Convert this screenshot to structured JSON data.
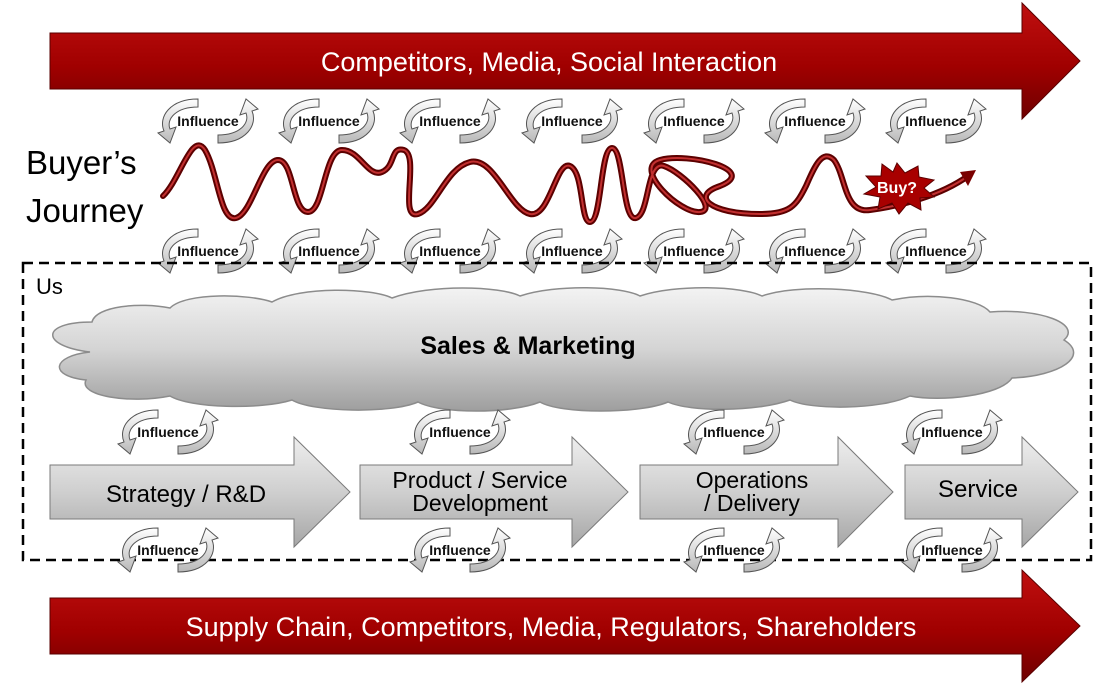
{
  "top_banner": {
    "label": "Competitors, Media, Social Interaction",
    "color": "#a80000"
  },
  "bottom_banner": {
    "label": "Supply Chain, Competitors, Media, Regulators, Shareholders",
    "color": "#a80000"
  },
  "buyer_journey": {
    "title_line1": "Buyer’s",
    "title_line2": "Journey",
    "endpoint_label": "Buy?"
  },
  "influence_label": "Influence",
  "us_box": {
    "label": "Us"
  },
  "cloud": {
    "label": "Sales & Marketing"
  },
  "value_chain": [
    {
      "line1": "Strategy / R&D",
      "line2": ""
    },
    {
      "line1": "Product / Service",
      "line2": "Development"
    },
    {
      "line1": "Operations",
      "line2": "/ Delivery"
    },
    {
      "line1": "Service",
      "line2": ""
    }
  ],
  "icons": {
    "influence": "cycle-arrows-icon",
    "buy_burst": "starburst-icon"
  },
  "colors": {
    "arrow_red": "#a80000",
    "journey_line": "#7a0000",
    "chevron_gray": "#c8c8c8",
    "cloud_gray": "#cfcfcf"
  }
}
